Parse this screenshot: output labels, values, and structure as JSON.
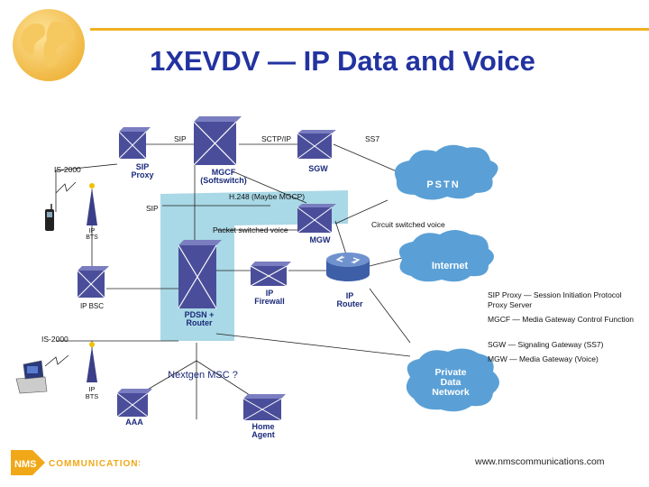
{
  "slide": {
    "title": "1XEVDV — IP Data and Voice",
    "url": "www.nmscommunications.com"
  },
  "logo": {
    "letters": "NMS",
    "word": "COMMUNICATIONS"
  },
  "nodes": {
    "sip_proxy": "SIP\nProxy",
    "mgcf": "MGCF\n(Softswitch)",
    "sgw": "SGW",
    "mgw": "MGW",
    "pstn": "PSTN",
    "internet": "Internet",
    "ip_firewall": "IP\nFirewall",
    "ip_router": "IP\nRouter",
    "pdsn_router": "PDSN +\nRouter",
    "ip_bsc": "IP BSC",
    "ip_bts_top": "IP\nBTS",
    "ip_bts_bottom": "IP\nBTS",
    "aaa": "AAA",
    "home_agent": "Home\nAgent",
    "private_data_network": "Private\nData\nNetwork",
    "nextgen_msc": "Nextgen MSC ?"
  },
  "link_labels": {
    "sip_top": "SIP",
    "sctp_ip": "SCTP/IP",
    "ss7": "SS7",
    "is2000_top": "IS-2000",
    "h248": "H.248 (Maybe MGCP)",
    "sip_mid": "SIP",
    "packet_voice": "Packet switched voice",
    "circuit_voice": "Circuit switched voice",
    "is2000_bottom": "IS-2000"
  },
  "legend": [
    "SIP Proxy — Session Initiation Protocol Proxy Server",
    "MGCF — Media Gateway Control Function",
    "SGW — Signaling Gateway (SS7)",
    "MGW — Media Gateway (Voice)"
  ],
  "colors": {
    "title": "#2233a0",
    "accent": "#f0b020",
    "node": "#4a4e9a",
    "cloud": "#5aa0d6",
    "shaded_area": "#a9d8e6",
    "logo_box": "#f0a818"
  }
}
